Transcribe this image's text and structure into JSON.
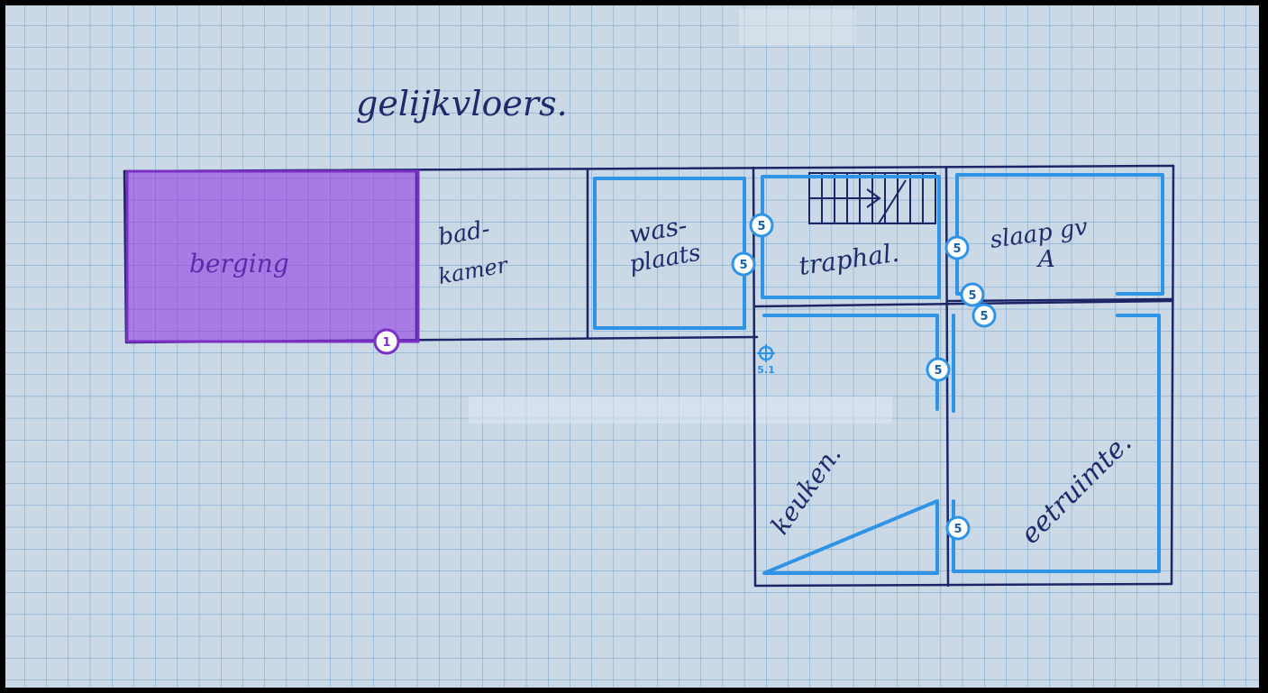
{
  "title_text": "gelijkvloers.",
  "rooms": {
    "berging": "berging",
    "badkamer_1": "bad-",
    "badkamer_2": "kamer",
    "wasplaats_1": "was-",
    "wasplaats_2": "plaats",
    "traphal": "traphal.",
    "slaapkamer_1": "slaap gv",
    "slaapkamer_2": "A",
    "keuken": "keuken.",
    "eetruimte": "eetruimte."
  },
  "badges": {
    "selected": "1",
    "room": "5",
    "anchor": "5.1"
  },
  "colors": {
    "paper": "#cbd9e6",
    "grid": "#6fa0c8",
    "ink": "#1c2566",
    "selection_stroke": "#7b2fc4",
    "selection_fill": "#8a2be2",
    "room_outline": "#2f94e6",
    "badge_border": "#2f94e6"
  }
}
